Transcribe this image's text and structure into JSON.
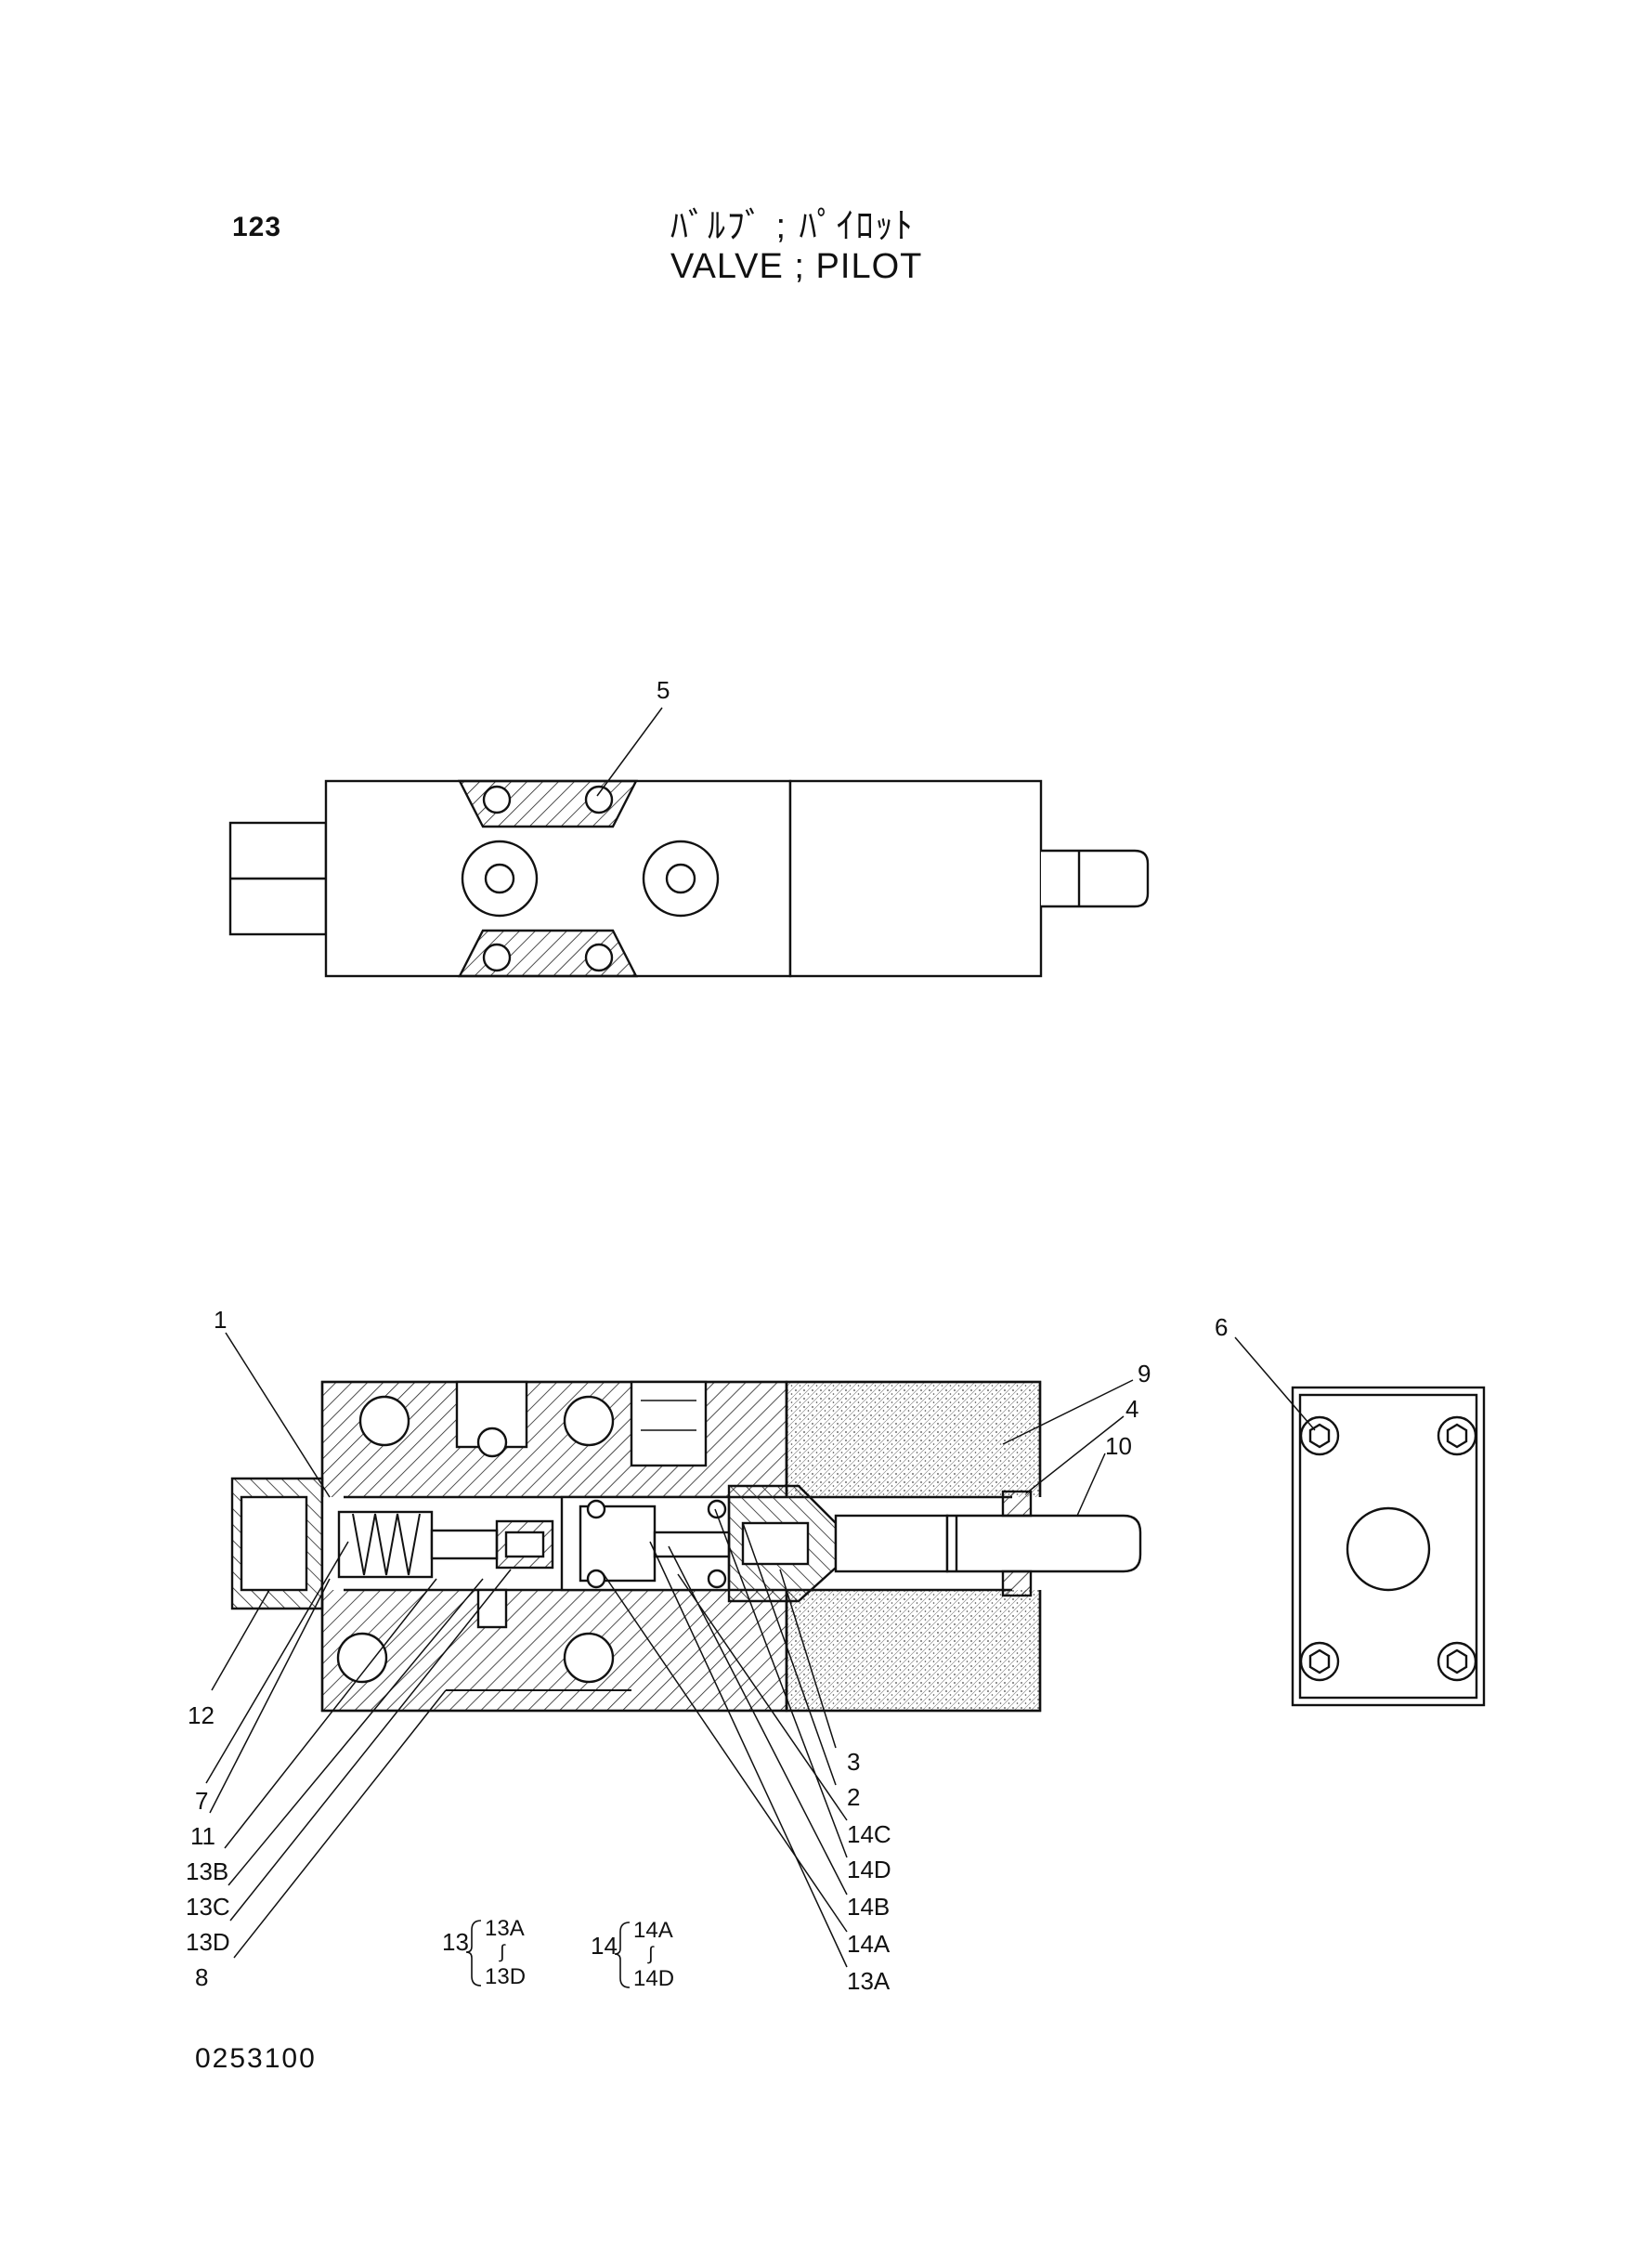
{
  "header": {
    "page_number": "123",
    "title_jp": "ﾊﾞﾙﾌﾞ ; ﾊﾟｲﾛｯﾄ",
    "title_en": "VALVE ; PILOT"
  },
  "callouts": {
    "top_view": [
      "5"
    ],
    "section_view": [
      "1",
      "9",
      "4",
      "10",
      "12",
      "7",
      "11",
      "13B",
      "13C",
      "13D",
      "8",
      "3",
      "2",
      "14C",
      "14D",
      "14B",
      "14A",
      "13A"
    ],
    "end_view": [
      "6"
    ]
  },
  "groups": {
    "g13": {
      "label": "13",
      "from": "13A",
      "sep": "∫",
      "to": "13D"
    },
    "g14": {
      "label": "14",
      "from": "14A",
      "sep": "∫",
      "to": "14D"
    }
  },
  "footer": {
    "drawing_code": "0253100"
  }
}
